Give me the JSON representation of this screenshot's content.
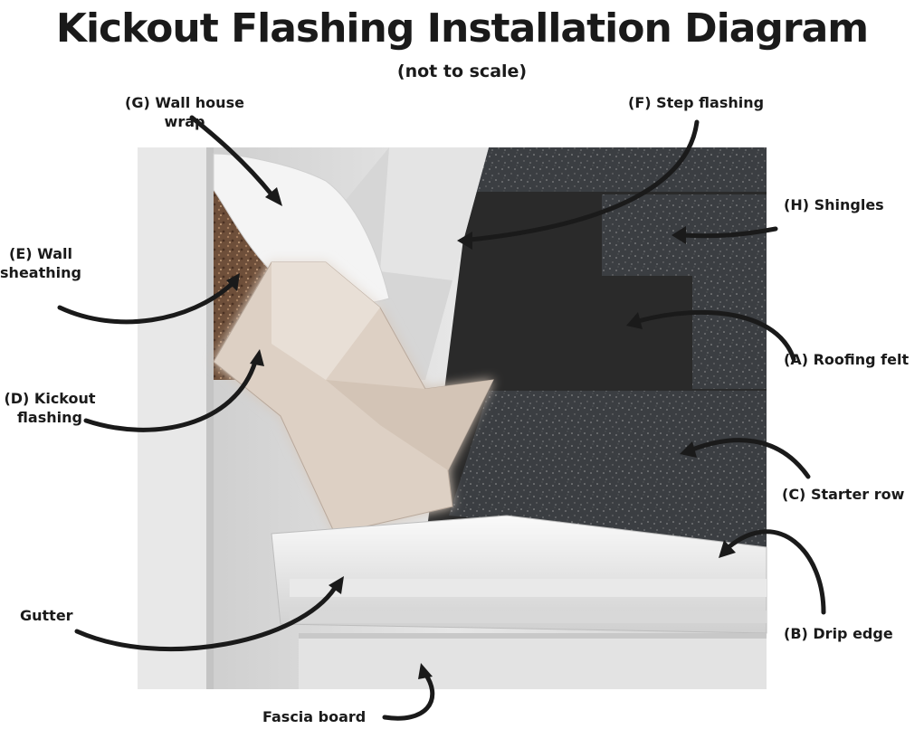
{
  "title": "Kickout Flashing Installation Diagram",
  "subtitle": "(not to scale)",
  "labels": {
    "house_wrap_1": "(G) Wall house",
    "house_wrap_2": "wrap",
    "step_flashing": "(F) Step flashing",
    "shingles": "(H) Shingles",
    "sheathing_1": "(E) Wall",
    "sheathing_2": "sheathing",
    "roofing_felt": "(A) Roofing felt",
    "kickout_1": "(D) Kickout",
    "kickout_2": "flashing",
    "starter_row": "(C) Starter row",
    "gutter": "Gutter",
    "drip_edge": "(B) Drip edge",
    "fascia": "Fascia board"
  },
  "colors": {
    "wall": "#dcdcdc",
    "shingle": "#3a3d40",
    "felt": "#2c2c2c",
    "kickout": "#ddd0c4",
    "sheathing": "#7a5a44",
    "gutter": "#f2f2f2",
    "arrow": "#1a1a1a"
  }
}
